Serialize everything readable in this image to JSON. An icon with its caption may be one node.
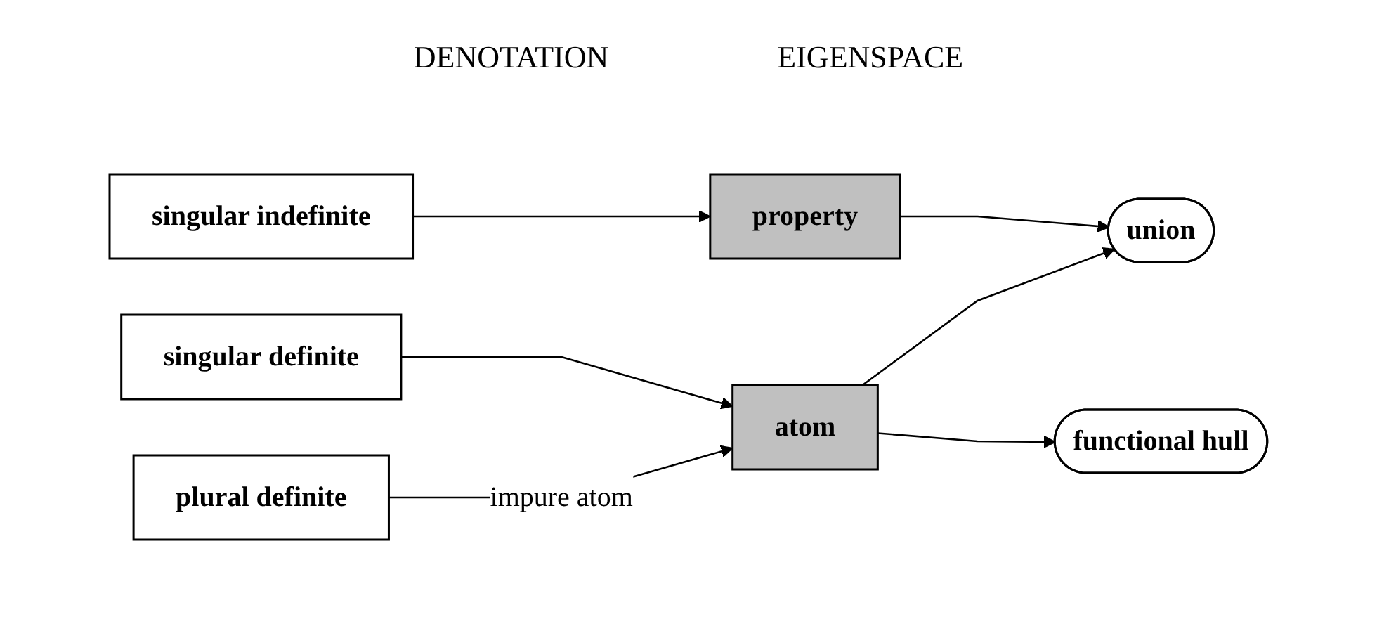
{
  "diagram": {
    "nodes": [
      {
        "text": [
          "singular indefinite"
        ]
      },
      {
        "text": [
          "singular definite"
        ]
      },
      {
        "text": [
          "plural definite"
        ]
      },
      {
        "text": [
          "property"
        ]
      },
      {
        "text": [
          "atom"
        ]
      },
      {
        "text": [
          "union"
        ]
      },
      {
        "text": [
          "functional hull"
        ]
      }
    ],
    "edges": [
      {
        "from": 0,
        "to": 3,
        "arrow": "to"
      },
      {
        "from": 1,
        "to": 4,
        "arrow": "to"
      },
      {
        "from": 2,
        "to": 4,
        "arrow": "to",
        "label": "impure atom"
      },
      {
        "from": 3,
        "to": 5,
        "arrow": "to"
      },
      {
        "from": 4,
        "to": 5,
        "arrow": "to"
      },
      {
        "from": 4,
        "to": 6,
        "arrow": "to"
      }
    ],
    "labels": [
      "DENOTATION",
      "EIGENSPACE"
    ]
  }
}
